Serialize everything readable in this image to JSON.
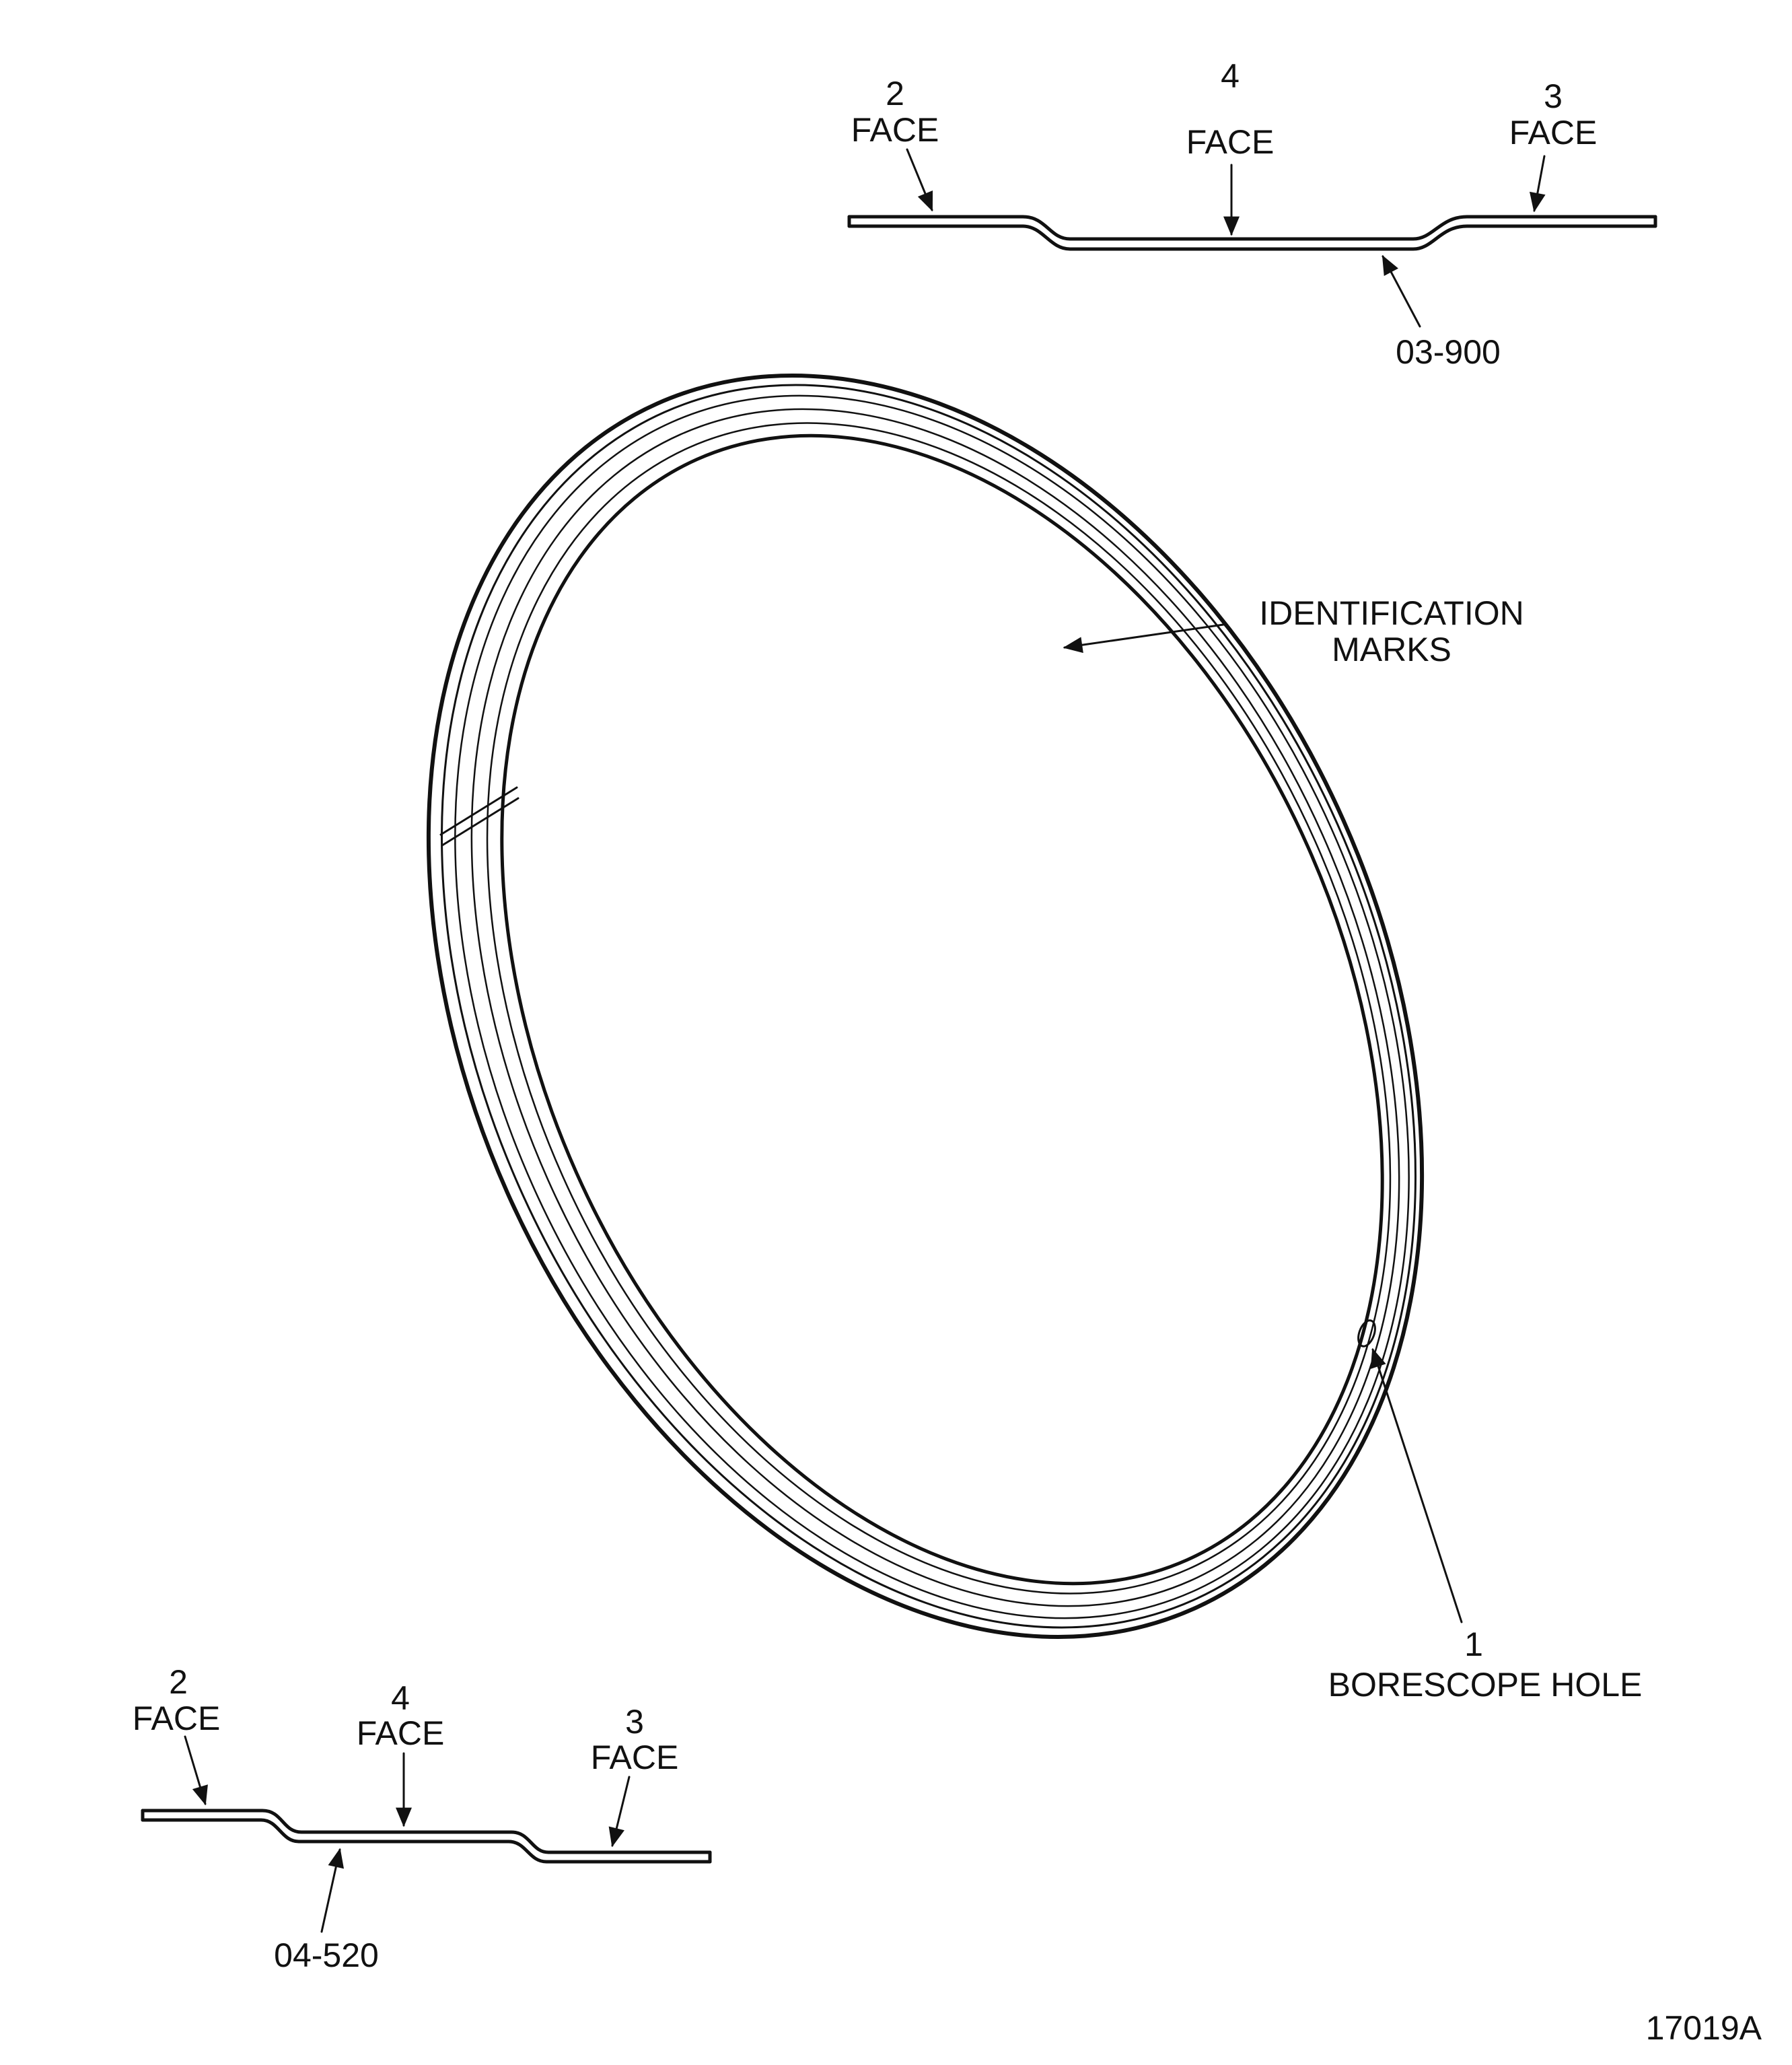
{
  "top_section": {
    "left_label": {
      "number": "2",
      "word": "FACE"
    },
    "center_label": {
      "number": "4",
      "word": "FACE"
    },
    "right_label": {
      "number": "3",
      "word": "FACE"
    },
    "part_number": "03-900"
  },
  "bottom_section": {
    "left_label": {
      "number": "2",
      "word": "FACE"
    },
    "center_label": {
      "number": "4",
      "word": "FACE"
    },
    "right_label": {
      "number": "3",
      "word": "FACE"
    },
    "part_number": "04-520"
  },
  "ring": {
    "identification_line1": "IDENTIFICATION",
    "identification_line2": "MARKS",
    "borescope_number": "1",
    "borescope_label": "BORESCOPE HOLE"
  },
  "figure_id": "17019A",
  "colors": {
    "ink": "#111111",
    "paper": "#ffffff"
  }
}
